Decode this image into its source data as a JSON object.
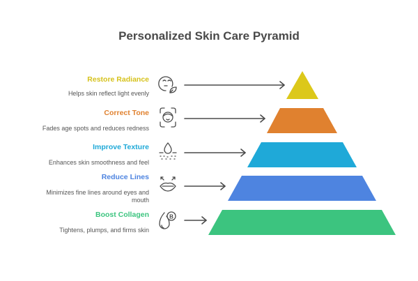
{
  "title": "Personalized Skin Care Pyramid",
  "levels": [
    {
      "heading": "Restore Radiance",
      "description": "Helps skin reflect light evenly",
      "color": "#dcc81a",
      "text_color": "#d6c21c",
      "icon": "face-leaf-icon"
    },
    {
      "heading": "Correct Tone",
      "description": "Fades age spots and reduces redness",
      "color": "#e0812f",
      "text_color": "#e0812f",
      "icon": "face-scan-icon"
    },
    {
      "heading": "Improve Texture",
      "description": "Enhances skin smoothness and feel",
      "color": "#1fa9d8",
      "text_color": "#1fa9d8",
      "icon": "skin-drop-icon"
    },
    {
      "heading": "Reduce Lines",
      "description_line1": "Minimizes fine lines around eyes and",
      "description_line2": "mouth",
      "color": "#4e84e0",
      "text_color": "#4e84e0",
      "icon": "lips-expand-icon"
    },
    {
      "heading": "Boost Collagen",
      "description": "Tightens, plumps, and firms skin",
      "color": "#3cc47f",
      "text_color": "#3cc47f",
      "icon": "vitamin-b-drop-icon"
    }
  ]
}
